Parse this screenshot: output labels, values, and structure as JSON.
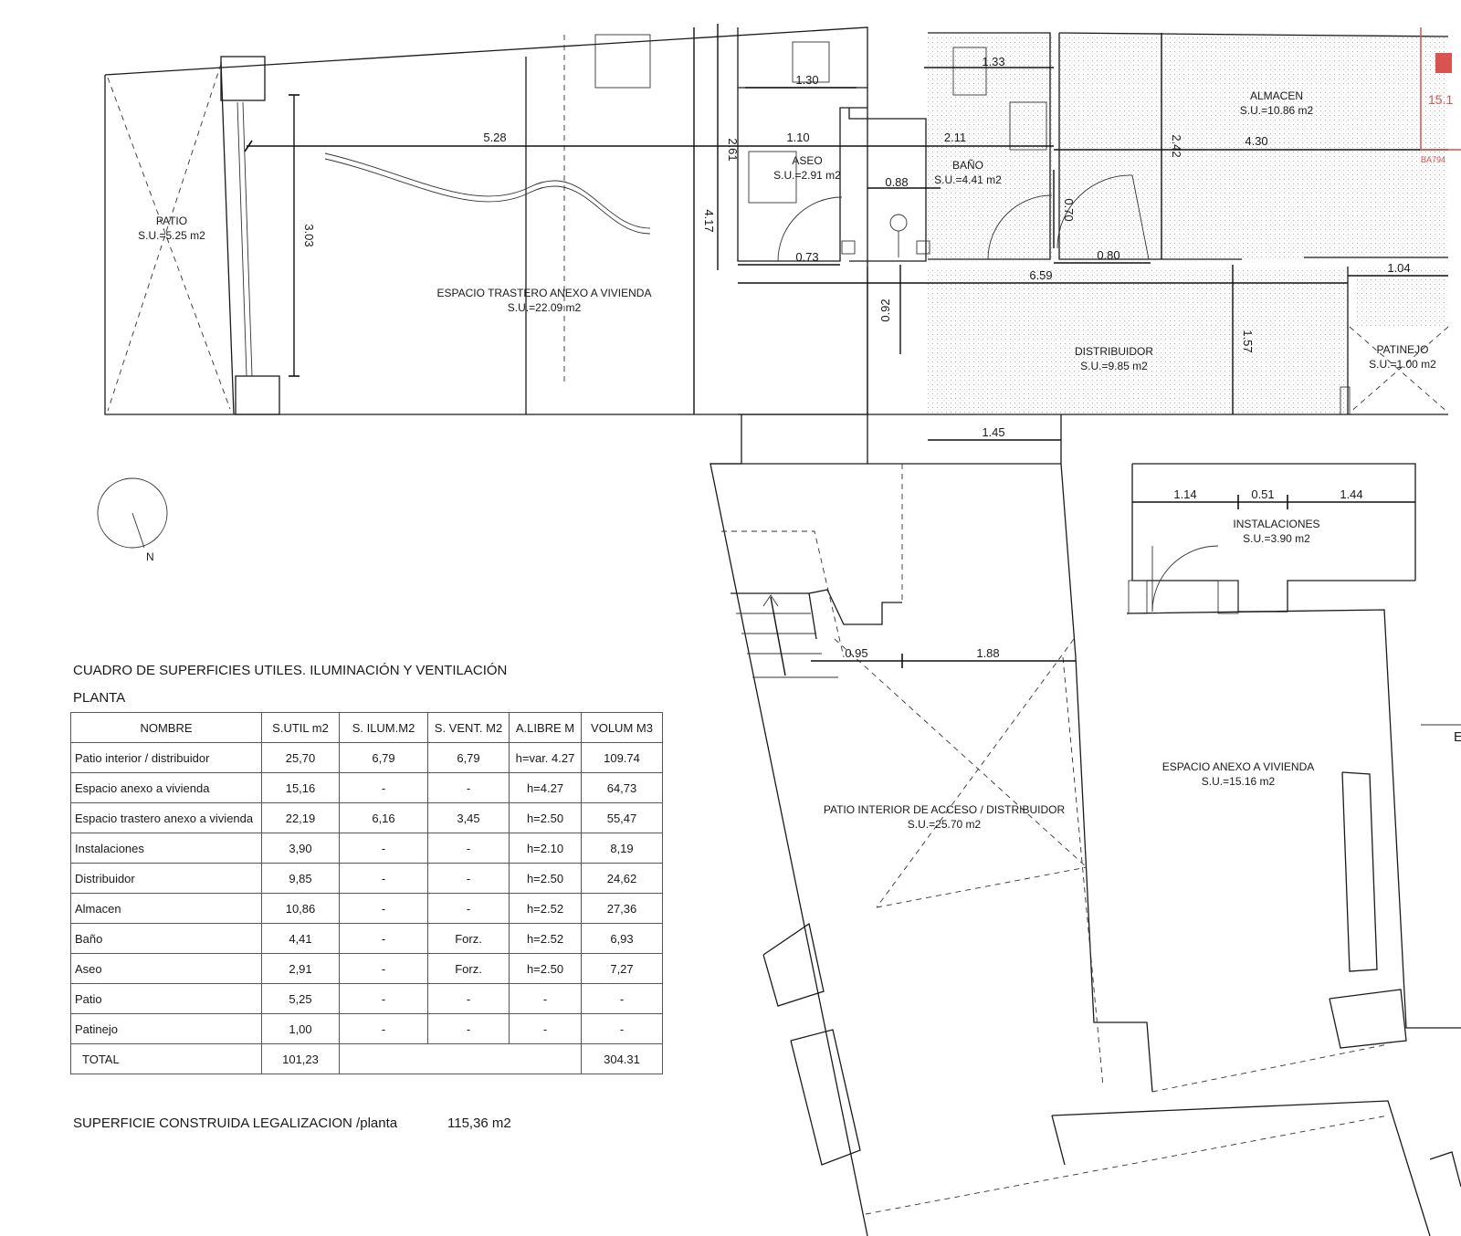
{
  "title": "CUADRO DE SUPERFICIES UTILES. ILUMINACIÓN Y VENTILACIÓN",
  "subtitle": "PLANTA",
  "table": {
    "headers": [
      "NOMBRE",
      "S.UTIL m2",
      "S. ILUM.M2",
      "S. VENT. M2",
      "A.LIBRE M",
      "VOLUM M3"
    ],
    "rows": [
      [
        "Patio interior / distribuidor",
        "25,70",
        "6,79",
        "6,79",
        "h=var. 4.27",
        "109.74"
      ],
      [
        "Espacio anexo a vivienda",
        "15,16",
        "-",
        "-",
        "h=4.27",
        "64,73"
      ],
      [
        "Espacio trastero anexo a vivienda",
        "22,19",
        "6,16",
        "3,45",
        "h=2.50",
        "55,47"
      ],
      [
        "Instalaciones",
        "3,90",
        "-",
        "-",
        "h=2.10",
        "8,19"
      ],
      [
        "Distribuidor",
        "9,85",
        "-",
        "-",
        "h=2.50",
        "24,62"
      ],
      [
        "Almacen",
        "10,86",
        "-",
        "-",
        "h=2.52",
        "27,36"
      ],
      [
        "Baño",
        "4,41",
        "-",
        "Forz.",
        "h=2.52",
        "6,93"
      ],
      [
        "Aseo",
        "2,91",
        "-",
        "Forz.",
        "h=2.50",
        "7,27"
      ],
      [
        "Patio",
        "5,25",
        "-",
        "-",
        "-",
        "-"
      ],
      [
        "Patinejo",
        "1,00",
        "-",
        "-",
        "-",
        "-"
      ]
    ],
    "total_label": "TOTAL",
    "total_util": "101,23",
    "total_volume": "304.31"
  },
  "built_area_label": "SUPERFICIE  CONSTRUIDA LEGALIZACION /planta",
  "built_area_value": "115,36 m2",
  "north_label": "N",
  "rooms": [
    {
      "name": "PATIO",
      "area": "S.U.=5.25 m2"
    },
    {
      "name": "ESPACIO TRASTERO ANEXO A VIVIENDA",
      "area": "S.U.=22.09 m2"
    },
    {
      "name": "ASEO",
      "area": "S.U.=2.91 m2"
    },
    {
      "name": "BAÑO",
      "area": "S.U.=4.41 m2"
    },
    {
      "name": "ALMACEN",
      "area": "S.U.=10.86 m2"
    },
    {
      "name": "DISTRIBUIDOR",
      "area": "S.U.=9.85 m2"
    },
    {
      "name": "PATINEJO",
      "area": "S.U.=1.00 m2"
    },
    {
      "name": "INSTALACIONES",
      "area": "S.U.=3.90 m2"
    },
    {
      "name": "ESPACIO ANEXO A VIVIENDA",
      "area": "S.U.=15.16 m2"
    },
    {
      "name": "PATIO INTERIOR DE ACCESO / DISTRIBUIDOR",
      "area": "S.U.=25.70 m2"
    }
  ],
  "dimensions": [
    "5.28",
    "3.03",
    "4.17",
    "2.61",
    "1.30",
    "1.10",
    "1.33",
    "2.11",
    "2.42",
    "4.30",
    "0.88",
    "0.70",
    "0.73",
    "0.80",
    "6.59",
    "1.04",
    "0.92",
    "1.57",
    "1.45",
    "1.14",
    "0.51",
    "1.44",
    "0.95",
    "1.88"
  ],
  "margin_marks": [
    "15.1",
    "BA794",
    "E"
  ],
  "colors": {
    "lines": "#1a1a1a",
    "hatch": "#888888",
    "accent": "#d9534f"
  }
}
